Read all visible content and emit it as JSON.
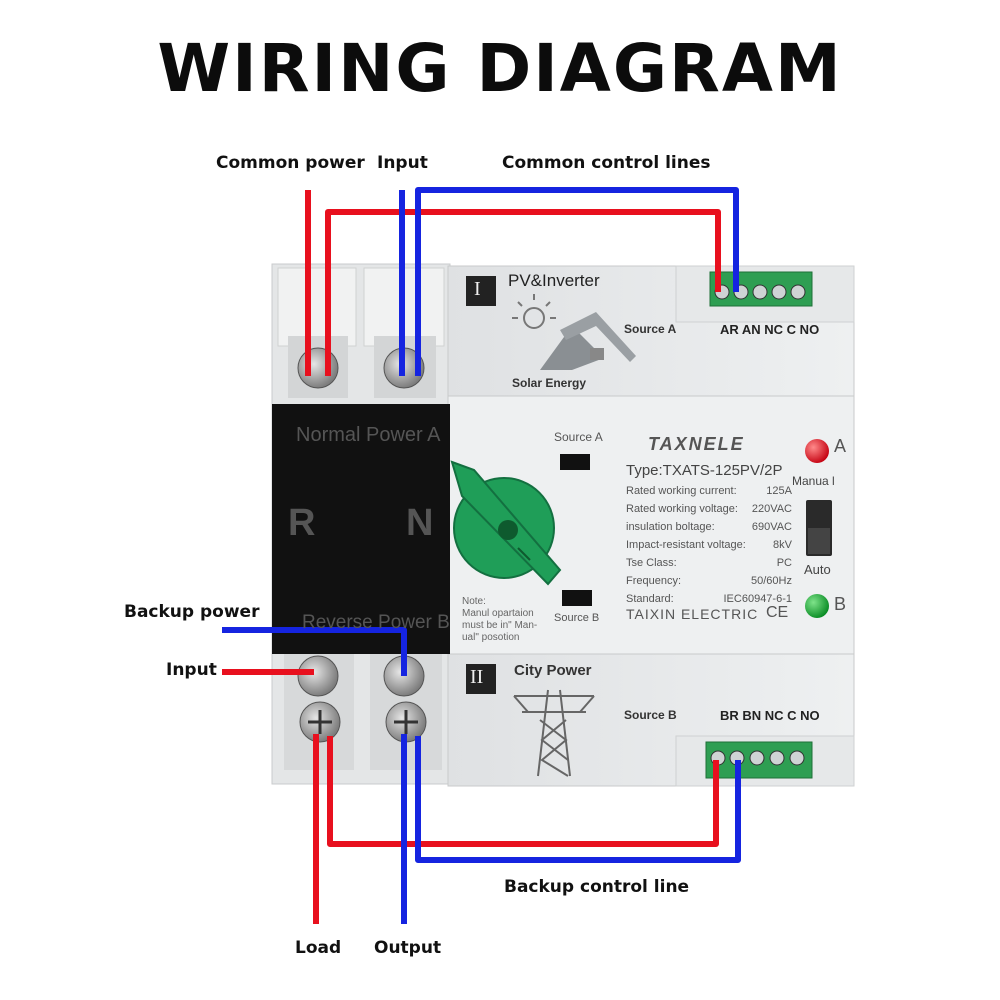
{
  "title": "WIRING DIAGRAM",
  "callouts": {
    "common_power": "Common power",
    "input_top": "Input",
    "common_control": "Common control lines",
    "backup_power": "Backup power",
    "input_left": "Input",
    "backup_control": "Backup control line",
    "load": "Load",
    "output": "Output"
  },
  "device": {
    "brand": "TAXNELE",
    "type": "Type:TXATS-125PV/2P",
    "specs": [
      {
        "name": "Rated working current:",
        "value": "125A"
      },
      {
        "name": "Rated working voltage:",
        "value": "220VAC"
      },
      {
        "name": "insulation boltage:",
        "value": "690VAC"
      },
      {
        "name": "Impact-resistant voltage:",
        "value": "8kV"
      },
      {
        "name": "Tse  Class:",
        "value": "PC"
      },
      {
        "name": "Frequency:",
        "value": "50/60Hz"
      },
      {
        "name": "Standard:",
        "value": "IEC60947-6-1"
      }
    ],
    "maker": "TAIXIN ELECTRIC",
    "ce": "CE",
    "section_top_numeral": "I",
    "section_top_title": "PV&Inverter",
    "section_top_caption": "Solar Energy",
    "section_bottom_numeral": "II",
    "section_bottom_title": "City  Power",
    "source_a": "Source A",
    "source_b": "Source B",
    "terminal_top": "AR AN NC C NO",
    "terminal_bottom": "BR BN NC C NO",
    "panel_top": "Normal  Power  A",
    "panel_bottom": "Reverse  Power  B",
    "panel_r": "R",
    "panel_n": "N",
    "window_top": "Source A",
    "window_bottom": "Source  B",
    "note": [
      "Note:",
      "Manul opartaion",
      "must be in\" Man-",
      "ual\"   posotion"
    ],
    "led_a": "A",
    "led_b": "B",
    "manual": "Manua l",
    "auto": "Auto"
  },
  "colors": {
    "live": "#e8101e",
    "neutral": "#1524e0",
    "knob": "#1f9e58",
    "terminal": "#2e9e52"
  }
}
